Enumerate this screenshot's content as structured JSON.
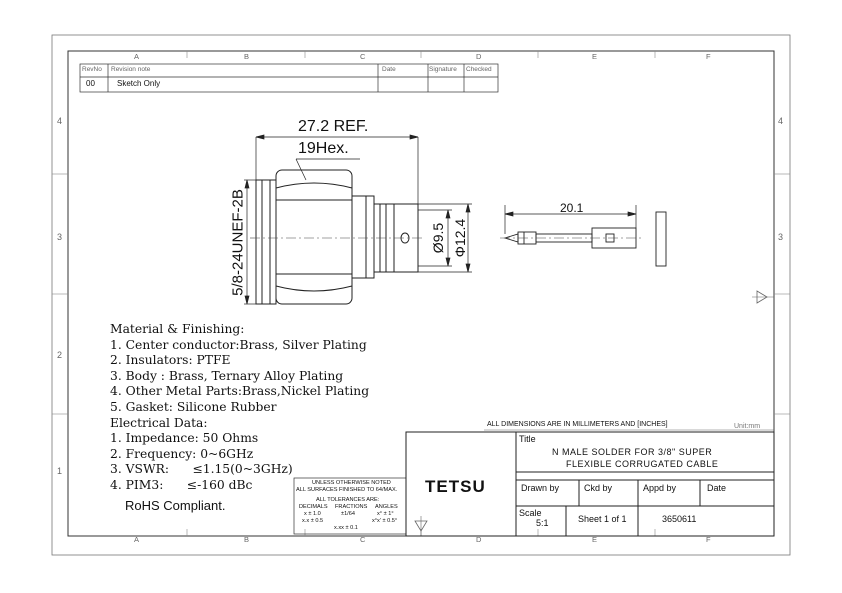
{
  "border": {
    "columns": [
      "A",
      "B",
      "C",
      "D",
      "E",
      "F"
    ],
    "rows_left": [
      "4",
      "3",
      "2",
      "1"
    ],
    "rows_right": [
      "4",
      "3"
    ]
  },
  "revision_table": {
    "headers": {
      "rev": "RevNo",
      "note": "Revision note",
      "date": "Date",
      "signature": "Signature",
      "checked": "Checked"
    },
    "row": {
      "rev": "00",
      "note": "Sketch Only"
    }
  },
  "drawing": {
    "dim_ref": "27.2 REF.",
    "dim_hex": "19Hex.",
    "dim_thread": "5/8-24UNEF-2B",
    "dim_d1": "Ø9.5",
    "dim_d2": "Φ12.4",
    "dim_pin": "20.1"
  },
  "notes": {
    "material_title": "Material & Finishing:",
    "material": [
      "1. Center conductor:Brass, Silver Plating",
      "2. Insulators: PTFE",
      "3. Body : Brass, Ternary Alloy Plating",
      "4. Other Metal Parts:Brass,Nickel Plating",
      "5. Gasket: Silicone Rubber"
    ],
    "electrical_title": "Electrical Data:",
    "electrical": [
      "1. Impedance: 50 Ohms",
      "2. Frequency: 0~6GHz",
      "3. VSWR:      ≤1.15(0~3GHz)",
      "4. PIM3:      ≤-160 dBc"
    ],
    "rohs": "RoHS Compliant."
  },
  "tolerance_block": {
    "line1": "UNLESS OTHERWISE NOTED",
    "line2": "ALL SURFACES FINISHED TO 64/MAX.",
    "line3": "ALL TOLERANCES ARE:",
    "decimals": "DECIMALS",
    "fractions": "FRACTIONS",
    "angles": "ANGLES",
    "dec1": "x ± 1.0",
    "dec2": "x.x ± 0.5",
    "frac1": "±1/64",
    "dec3": "x.xx ± 0.1",
    "ang1": "x° ± 1°",
    "ang2": "x°x' ± 0.5°"
  },
  "title_block": {
    "dims_note": "ALL DIMENSIONS ARE IN MILLIMETERS AND [INCHES]",
    "unit": "Unit:mm",
    "title_label": "Title",
    "title_line1": "N MALE SOLDER FOR 3/8\" SUPER",
    "title_line2": "FLEXIBLE CORRUGATED CABLE",
    "brand": "TETSU",
    "drawn_by": "Drawn by",
    "ckd_by": "Ckd by",
    "appd_by": "Appd by",
    "date": "Date",
    "scale_label": "Scale",
    "scale_value": "5:1",
    "sheet": "Sheet 1 of 1",
    "part_no": "3650611"
  }
}
